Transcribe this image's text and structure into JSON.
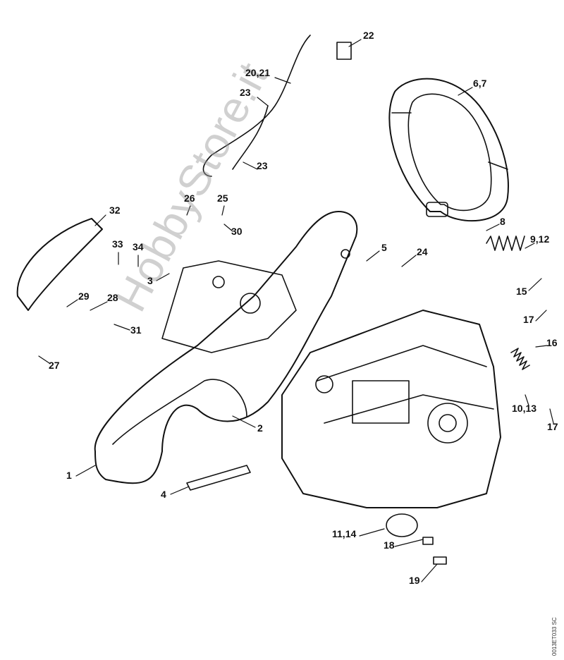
{
  "diagram": {
    "part_labels": [
      "22",
      "20,21",
      "23",
      "23",
      "6,7",
      "26",
      "25",
      "32",
      "30",
      "33",
      "34",
      "8",
      "9,12",
      "5",
      "24",
      "3",
      "29",
      "28",
      "15",
      "17",
      "31",
      "16",
      "27",
      "10,13",
      "17",
      "2",
      "1",
      "4",
      "11,14",
      "18",
      "19"
    ],
    "watermark": "HobbyStore.it",
    "drawing_code": "0013ET033 SC"
  }
}
